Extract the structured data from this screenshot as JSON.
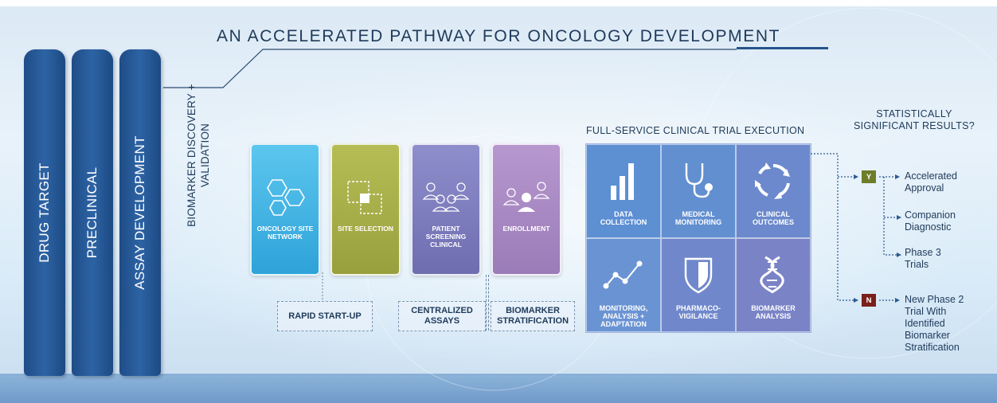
{
  "title": "AN ACCELERATED PATHWAY FOR ONCOLOGY DEVELOPMENT",
  "pillars": [
    "DRUG TARGET",
    "PRECLINICAL",
    "ASSAY DEVELOPMENT"
  ],
  "biomarker_discovery": "BIOMARKER DISCOVERY + VALIDATION",
  "steps": [
    {
      "label": "ONCOLOGY SITE\nNETWORK",
      "icon": "hexagons-icon",
      "color": "#3fb3e4"
    },
    {
      "label": "SITE SELECTION",
      "icon": "selection-squares-icon",
      "color": "#a3ab47"
    },
    {
      "label": "PATIENT\nSCREENING\nCLINICAL",
      "icon": "people-group-icon",
      "color": "#7b7ab9"
    },
    {
      "label": "ENROLLMENT",
      "icon": "person-selected-icon",
      "color": "#a685c0"
    }
  ],
  "phase_labels": [
    "RAPID START-UP",
    "CENTRALIZED\nASSAYS",
    "BIOMARKER\nSTRATIFICATION"
  ],
  "full_service": {
    "title": "FULL-SERVICE CLINICAL TRIAL EXECUTION",
    "cells": [
      {
        "label": "DATA\nCOLLECTION",
        "icon": "bar-chart-icon"
      },
      {
        "label": "MEDICAL\nMONITORING",
        "icon": "stethoscope-icon"
      },
      {
        "label": "CLINICAL\nOUTCOMES",
        "icon": "cycle-arrows-icon"
      },
      {
        "label": "MONITORING,\nANALYSIS +\nADAPTATION",
        "icon": "line-trend-icon"
      },
      {
        "label": "PHARMACO-\nVIGILANCE",
        "icon": "shield-icon"
      },
      {
        "label": "BIOMARKER\nANALYSIS",
        "icon": "dna-icon"
      }
    ]
  },
  "decision": {
    "question": "STATISTICALLY\nSIGNIFICANT RESULTS?",
    "yes_badge": "Y",
    "no_badge": "N",
    "yes_outcomes": [
      "Accelerated\nApproval",
      "Companion\nDiagnostic",
      "Phase 3\nTrials"
    ],
    "no_outcome": "New Phase 2\nTrial With\nIdentified\nBiomarker\nStratification"
  },
  "colors": {
    "pillar": "#24589a",
    "grid_blue": "#5b8fd1",
    "grid_purple": "#7f85c6",
    "yes": "#6d7d2a",
    "no": "#7a1f1a",
    "text": "#1f3a5a"
  }
}
